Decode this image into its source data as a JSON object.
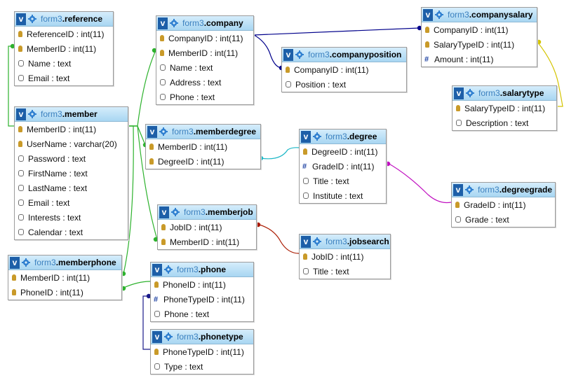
{
  "colors": {
    "company_salary": "#00008b",
    "company_position": "#00008b",
    "salarytype": "#d4c400",
    "member_links": "#2db22d",
    "memberdegree_degree": "#1cb7c6",
    "degree_degreegrade": "#c010c0",
    "memberjob_jobsearch": "#aa1a00",
    "phone_phonetype": "#1a1a8a"
  },
  "tables": [
    {
      "id": "reference",
      "db": "form3",
      "name": "reference",
      "columns": [
        {
          "icon": "key",
          "text": "ReferenceID : int(11)"
        },
        {
          "icon": "key",
          "text": "MemberID : int(11)"
        },
        {
          "icon": "text",
          "text": "Name : text"
        },
        {
          "icon": "text",
          "text": "Email : text"
        }
      ]
    },
    {
      "id": "member",
      "db": "form3",
      "name": "member",
      "columns": [
        {
          "icon": "key",
          "text": "MemberID : int(11)"
        },
        {
          "icon": "key",
          "text": "UserName : varchar(20)"
        },
        {
          "icon": "text",
          "text": "Password : text"
        },
        {
          "icon": "text",
          "text": "FirstName : text"
        },
        {
          "icon": "text",
          "text": "LastName : text"
        },
        {
          "icon": "text",
          "text": "Email : text"
        },
        {
          "icon": "text",
          "text": "Interests : text"
        },
        {
          "icon": "text",
          "text": "Calendar : text"
        }
      ]
    },
    {
      "id": "memberphone",
      "db": "form3",
      "name": "memberphone",
      "columns": [
        {
          "icon": "key",
          "text": "MemberID : int(11)"
        },
        {
          "icon": "key",
          "text": "PhoneID : int(11)"
        }
      ]
    },
    {
      "id": "company",
      "db": "form3",
      "name": "company",
      "columns": [
        {
          "icon": "key",
          "text": "CompanyID : int(11)"
        },
        {
          "icon": "key",
          "text": "MemberID : int(11)"
        },
        {
          "icon": "text",
          "text": "Name : text"
        },
        {
          "icon": "text",
          "text": "Address : text"
        },
        {
          "icon": "text",
          "text": "Phone : text"
        }
      ]
    },
    {
      "id": "memberdegree",
      "db": "form3",
      "name": "memberdegree",
      "columns": [
        {
          "icon": "key",
          "text": "MemberID : int(11)"
        },
        {
          "icon": "key",
          "text": "DegreeID : int(11)"
        }
      ]
    },
    {
      "id": "memberjob",
      "db": "form3",
      "name": "memberjob",
      "columns": [
        {
          "icon": "key",
          "text": "JobID : int(11)"
        },
        {
          "icon": "key",
          "text": "MemberID : int(11)"
        }
      ]
    },
    {
      "id": "phone",
      "db": "form3",
      "name": "phone",
      "columns": [
        {
          "icon": "key",
          "text": "PhoneID : int(11)"
        },
        {
          "icon": "num",
          "text": "PhoneTypeID : int(11)"
        },
        {
          "icon": "text",
          "text": "Phone : text"
        }
      ]
    },
    {
      "id": "phonetype",
      "db": "form3",
      "name": "phonetype",
      "columns": [
        {
          "icon": "key",
          "text": "PhoneTypeID : int(11)"
        },
        {
          "icon": "text",
          "text": "Type : text"
        }
      ]
    },
    {
      "id": "companyposition",
      "db": "form3",
      "name": "companyposition",
      "columns": [
        {
          "icon": "key",
          "text": "CompanyID : int(11)"
        },
        {
          "icon": "text",
          "text": "Position : text"
        }
      ]
    },
    {
      "id": "degree",
      "db": "form3",
      "name": "degree",
      "columns": [
        {
          "icon": "key",
          "text": "DegreeID : int(11)"
        },
        {
          "icon": "num",
          "text": "GradeID : int(11)"
        },
        {
          "icon": "text",
          "text": "Title : text"
        },
        {
          "icon": "text",
          "text": "Institute : text"
        }
      ]
    },
    {
      "id": "jobsearch",
      "db": "form3",
      "name": "jobsearch",
      "columns": [
        {
          "icon": "key",
          "text": "JobID : int(11)"
        },
        {
          "icon": "text",
          "text": "Title : text"
        }
      ]
    },
    {
      "id": "companysalary",
      "db": "form3",
      "name": "companysalary",
      "columns": [
        {
          "icon": "key",
          "text": "CompanyID : int(11)"
        },
        {
          "icon": "key",
          "text": "SalaryTypeID : int(11)"
        },
        {
          "icon": "num",
          "text": "Amount : int(11)"
        }
      ]
    },
    {
      "id": "salarytype",
      "db": "form3",
      "name": "salarytype",
      "columns": [
        {
          "icon": "key",
          "text": "SalaryTypeID : int(11)"
        },
        {
          "icon": "text",
          "text": "Description : text"
        }
      ]
    },
    {
      "id": "degreegrade",
      "db": "form3",
      "name": "degreegrade",
      "columns": [
        {
          "icon": "key",
          "text": "GradeID : int(11)"
        },
        {
          "icon": "text",
          "text": "Grade : text"
        }
      ]
    }
  ]
}
